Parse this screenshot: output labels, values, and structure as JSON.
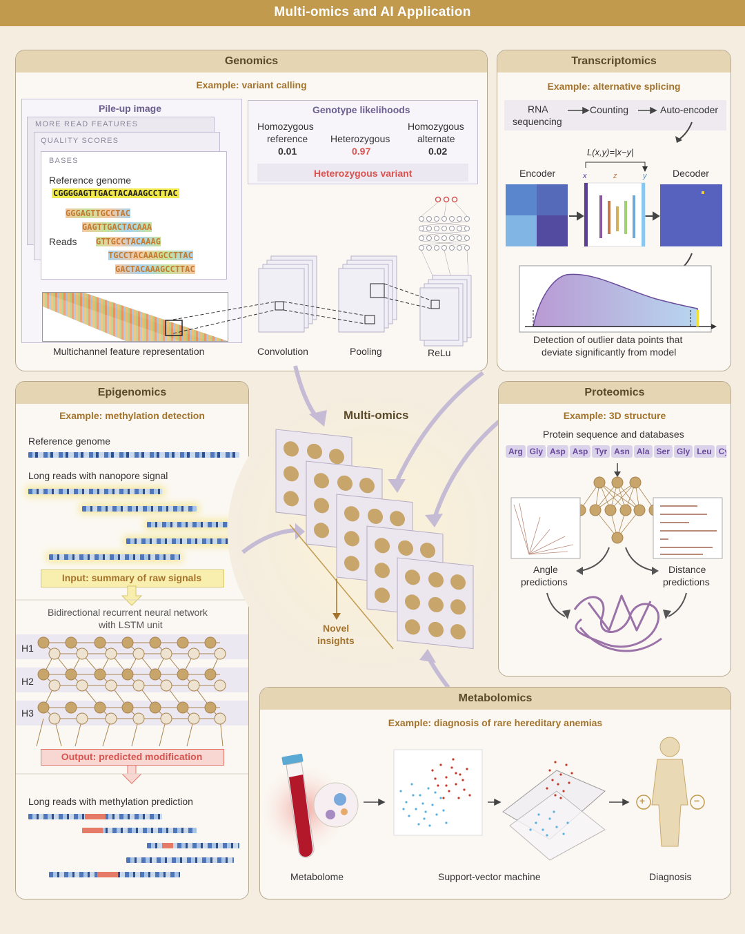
{
  "title": "Multi-omics and AI Application",
  "genomics": {
    "heading": "Genomics",
    "example": "Example: variant calling",
    "pileup_title": "Pile-up image",
    "more_read_features": "MORE READ FEATURES",
    "quality_scores": "QUALITY SCORES",
    "bases": "BASES",
    "reference_genome_label": "Reference genome",
    "reference_sequence": "CGGGGAGTTGACTACAAAGCCTTAC",
    "reads_label": "Reads",
    "reads": [
      "GGGAGTTGCCTAC",
      "GAGTTGACTACAAA",
      "GTTGCCTACAAAG",
      "TGCCTACAAAGCCTTAC",
      "GACTACAAAGCCTTAC"
    ],
    "multichannel_label": "Multichannel feature representation",
    "genotype_title": "Genotype likelihoods",
    "genotypes": [
      {
        "label_line1": "Homozygous",
        "label_line2": "reference",
        "value": "0.01"
      },
      {
        "label_line1": "Heterozygous",
        "label_line2": "",
        "value": "0.97"
      },
      {
        "label_line1": "Homozygous",
        "label_line2": "alternate",
        "value": "0.02"
      }
    ],
    "heterozygous_variant": "Heterozygous variant",
    "convolution": "Convolution",
    "pooling": "Pooling",
    "relu": "ReLu"
  },
  "transcriptomics": {
    "heading": "Transcriptomics",
    "example": "Example: alternative splicing",
    "rna_line1": "RNA",
    "rna_line2": "sequencing",
    "counting": "Counting",
    "autoencoder": "Auto-encoder",
    "loss": "L(x,y)=|x−y|",
    "encoder": "Encoder",
    "decoder": "Decoder",
    "x": "x",
    "z": "z",
    "y": "y",
    "detection_line1": "Detection of outlier data points that",
    "detection_line2": "deviate significantly from model"
  },
  "epigenomics": {
    "heading": "Epigenomics",
    "example": "Example: methylation detection",
    "reference_genome": "Reference genome",
    "long_reads_nanopore": "Long reads with nanopore signal",
    "input_summary": "Input: summary of raw signals",
    "rnn_line1": "Bidirectional recurrent neural network",
    "rnn_line2": "with LSTM unit",
    "h1": "H1",
    "h2": "H2",
    "h3": "H3",
    "output_label": "Output: predicted modification",
    "long_reads_methylation": "Long reads with methylation prediction"
  },
  "multiomics": {
    "heading": "Multi-omics",
    "novel_line1": "Novel",
    "novel_line2": "insights"
  },
  "proteomics": {
    "heading": "Proteomics",
    "example": "Example: 3D structure",
    "sequence_label": "Protein sequence and databases",
    "amino_acids": [
      "Arg",
      "Gly",
      "Asp",
      "Asp",
      "Tyr",
      "Asn",
      "Ala",
      "Ser",
      "Gly",
      "Leu",
      "Cys"
    ],
    "angle_line1": "Angle",
    "angle_line2": "predictions",
    "distance_line1": "Distance",
    "distance_line2": "predictions"
  },
  "metabolomics": {
    "heading": "Metabolomics",
    "example": "Example: diagnosis of rare hereditary anemias",
    "metabolome": "Metabolome",
    "svm": "Support-vector machine",
    "diagnosis": "Diagnosis",
    "plus": "+",
    "minus": "−"
  },
  "colors": {
    "accent": "#c19a4e",
    "panel_header": "#e6d5b3",
    "example_text": "#a4732c",
    "purple": "#6a4a9a",
    "red": "#d9534f",
    "node": "#c7a56b"
  }
}
